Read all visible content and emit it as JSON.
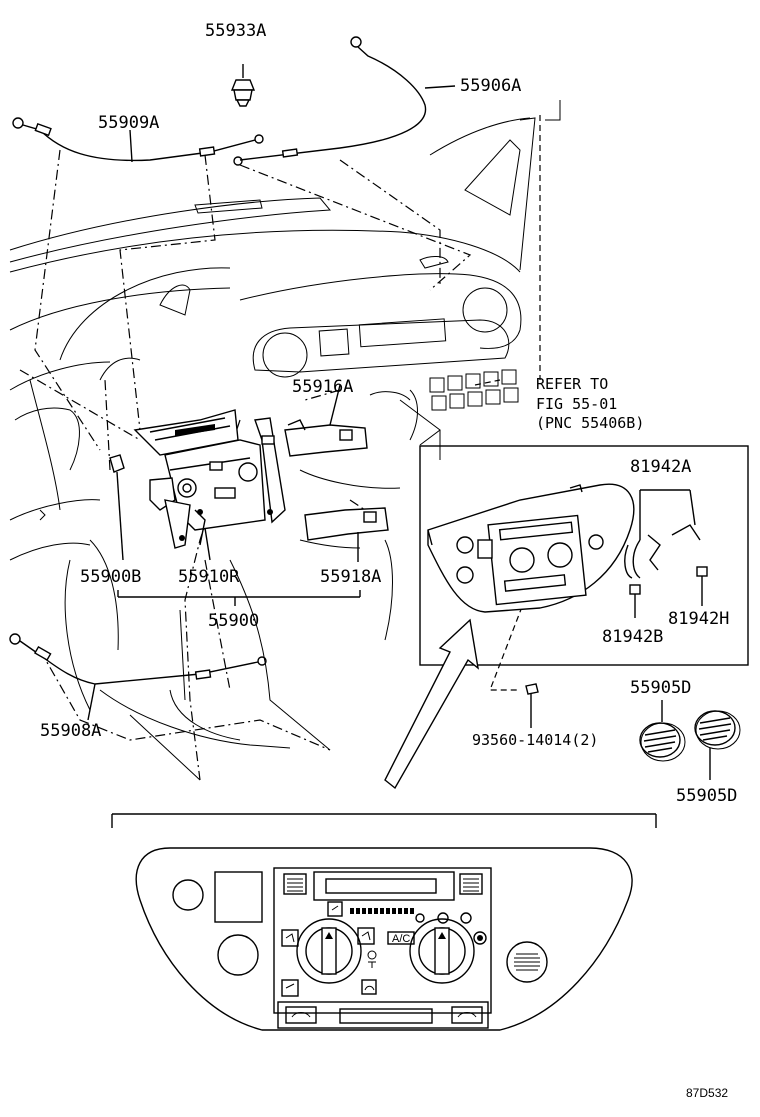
{
  "labels": {
    "p55933A": "55933A",
    "p55906A": "55906A",
    "p55909A": "55909A",
    "p55916A": "55916A",
    "p55900B": "55900B",
    "p55910R": "55910R",
    "p55918A": "55918A",
    "p55900": "55900",
    "p55908A": "55908A",
    "p81942A": "81942A",
    "p81942H": "81942H",
    "p81942B": "81942B",
    "p55905D_top": "55905D",
    "p55905D_bottom": "55905D",
    "p93560": "93560-14014(2)"
  },
  "refer": {
    "line1": "REFER TO",
    "line2": "FIG 55-01",
    "line3": "(PNC 55406B)"
  },
  "panel_icons": {
    "acc": "A/C"
  },
  "figure_code": "87D532"
}
